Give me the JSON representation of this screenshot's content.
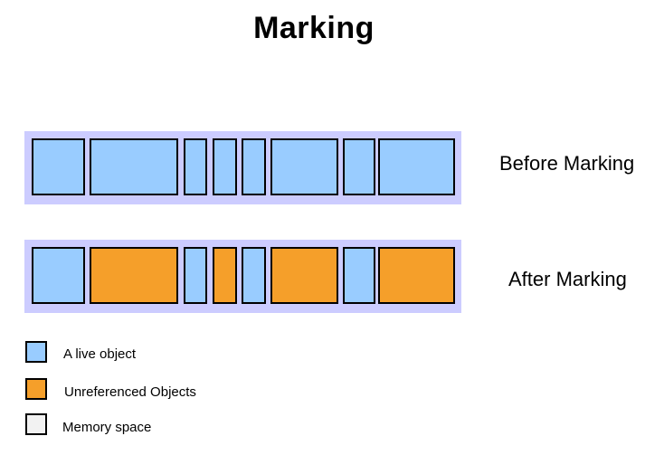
{
  "title": "Marking",
  "colors": {
    "live": "#99ccff",
    "unreferenced": "#f59f2a",
    "memory_space": "#f2f2f2",
    "heap_background": "#ccccff"
  },
  "rows": [
    {
      "label": "Before Marking",
      "blocks": [
        "live",
        "live",
        "live",
        "live",
        "live",
        "live",
        "live",
        "live"
      ]
    },
    {
      "label": "After Marking",
      "blocks": [
        "live",
        "unreferenced",
        "live",
        "unreferenced",
        "live",
        "unreferenced",
        "live",
        "unreferenced"
      ]
    }
  ],
  "legend": [
    {
      "key": "live",
      "label": "A live  object"
    },
    {
      "key": "unreferenced",
      "label": "Unreferenced Objects"
    },
    {
      "key": "memory_space",
      "label": "Memory space"
    }
  ]
}
